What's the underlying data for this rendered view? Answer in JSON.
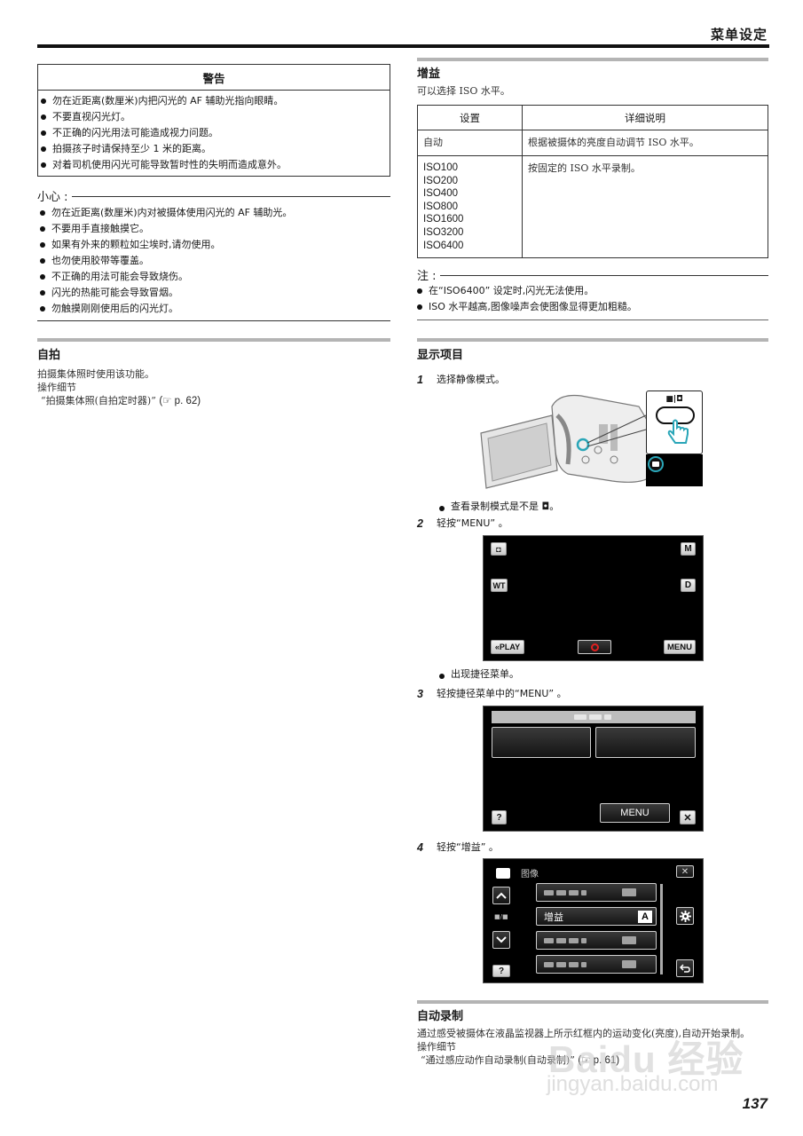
{
  "header": {
    "title": "菜单设定"
  },
  "warning": {
    "title": "警告",
    "items": [
      "勿在近距离(数厘米)内把闪光的 AF 辅助光指向眼睛。",
      "不要直视闪光灯。",
      "不正确的闪光用法可能造成视力问题。",
      "拍摄孩子时请保持至少 1 米的距离。",
      "对着司机使用闪光可能导致暂时性的失明而造成意外。"
    ]
  },
  "caution": {
    "title": "小心 :",
    "items": [
      "勿在近距离(数厘米)内对被摄体使用闪光的 AF 辅助光。",
      "不要用手直接触摸它。",
      "如果有外来的颗粒如尘埃时,请勿使用。",
      "也勿使用胶带等覆盖。",
      "不正确的用法可能会导致烧伤。",
      "闪光的热能可能会导致冒烟。",
      "勿触摸刚刚使用后的闪光灯。"
    ]
  },
  "self_timer": {
    "title": "自拍",
    "desc": "拍摄集体照时使用该功能。",
    "details_label": "操作细节",
    "link_text": "“拍摄集体照(自拍定时器)”",
    "link_ref": "(☞ p. 62)"
  },
  "gain": {
    "title": "增益",
    "desc": "可以选择 ISO 水平。",
    "table": {
      "headers": [
        "设置",
        "详细说明"
      ],
      "rows": [
        {
          "setting": [
            "自动"
          ],
          "detail": "根据被摄体的亮度自动调节 ISO 水平。"
        },
        {
          "setting": [
            "ISO100",
            "ISO200",
            "ISO400",
            "ISO800",
            "ISO1600",
            "ISO3200",
            "ISO6400"
          ],
          "detail": "按固定的 ISO 水平录制。"
        }
      ]
    },
    "note_title": "注 :",
    "notes": [
      "在“ISO6400” 设定时,闪光无法使用。",
      "ISO 水平越高,图像噪声会使图像显得更加粗糙。"
    ]
  },
  "display_items": {
    "title": "显示项目",
    "steps": [
      {
        "num": "1",
        "text": "选择静像模式。",
        "sub": "查看录制模式是不是 ◘。"
      },
      {
        "num": "2",
        "text": "轻按“MENU” 。",
        "sub": "出现捷径菜单。"
      },
      {
        "num": "3",
        "text": "轻按捷径菜单中的“MENU” 。",
        "sub": ""
      },
      {
        "num": "4",
        "text": "轻按“增益” 。",
        "sub": ""
      }
    ],
    "camera_illustration": {
      "mode_label": "■|◘"
    },
    "screen1": {
      "cam_btn": "◘",
      "m_btn": "M",
      "wt_btn": "WT",
      "d_btn": "D",
      "play_btn": "«PLAY",
      "menu_btn": "MENU"
    },
    "screen2": {
      "menu_btn": "MENU",
      "help_btn": "?",
      "close_btn": "✕"
    },
    "screen3": {
      "header_label": "图像",
      "page_label": "■/■",
      "selected_item": "增益",
      "selected_value": "A",
      "help_btn": "?",
      "close_btn": "✕"
    }
  },
  "auto_record": {
    "title": "自动录制",
    "desc": "通过感受被摄体在液晶监视器上所示红框内的运动变化(亮度),自动开始录制。",
    "details_label": "操作细节",
    "link_text": "“通过感应动作自动录制(自动录制)”",
    "link_ref": "(☞ p. 61)"
  },
  "page_number": "137",
  "watermark": {
    "brand": "Baidu 经验",
    "url": "jingyan.baidu.com"
  },
  "colors": {
    "highlight_ring": "#2aa6b8",
    "record_red": "#e02020",
    "section_bar": "#b4b4b4"
  }
}
